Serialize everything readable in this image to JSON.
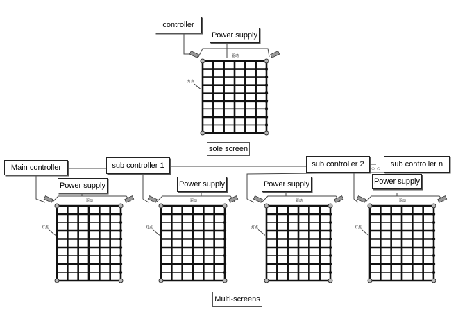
{
  "single": {
    "controller_label": "controller",
    "power_label": "Power supply",
    "caption": "sole screen"
  },
  "multi": {
    "main_controller_label": "Main controller",
    "sub_controllers": [
      "sub controller 1",
      "sub controller 2",
      "sub controller n"
    ],
    "power_label": "Power supply",
    "caption": "Multi-screens",
    "ellipsis": "○ ○"
  },
  "grid_small_labels": {
    "top": "驱动",
    "side": "灯点"
  },
  "colors": {
    "line": "#111111",
    "thin": "#444444"
  }
}
